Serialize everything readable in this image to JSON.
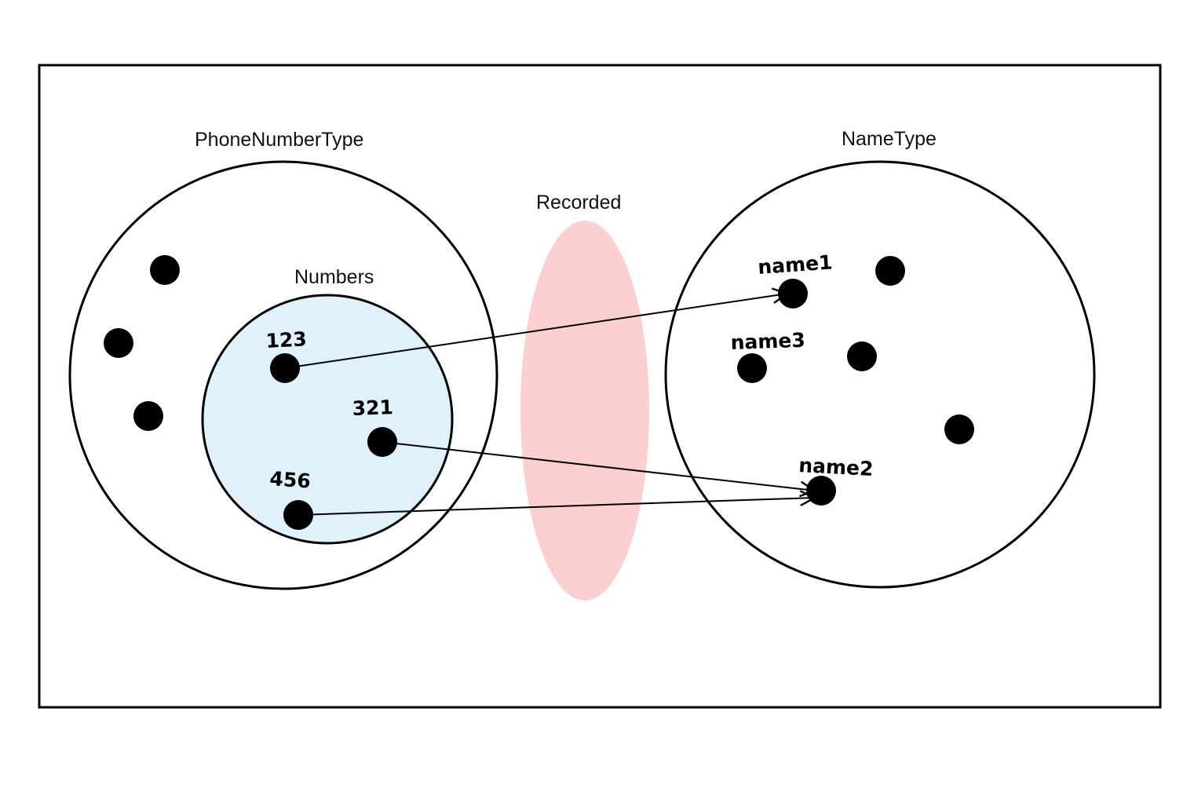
{
  "sets": {
    "phone_number_type": "PhoneNumberType",
    "numbers": "Numbers",
    "recorded": "Recorded",
    "name_type": "NameType"
  },
  "elements": {
    "n123": "123",
    "n321": "321",
    "n456": "456",
    "name1": "name1",
    "name2": "name2",
    "name3": "name3"
  },
  "relation": {
    "name": "Recorded",
    "mappings": [
      {
        "from": "123",
        "to": "name1"
      },
      {
        "from": "321",
        "to": "name2"
      },
      {
        "from": "456",
        "to": "name2"
      }
    ]
  },
  "colors": {
    "numbers_fill": "#dff2fc",
    "recorded_fill": "#fcd0d0",
    "stroke": "#000000"
  }
}
